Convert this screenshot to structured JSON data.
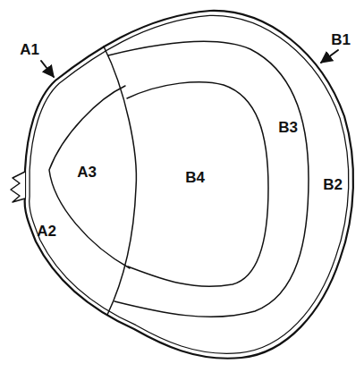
{
  "diagram": {
    "labels": [
      "A1",
      "B1",
      "A3",
      "A2",
      "B4",
      "B3",
      "B2"
    ]
  }
}
